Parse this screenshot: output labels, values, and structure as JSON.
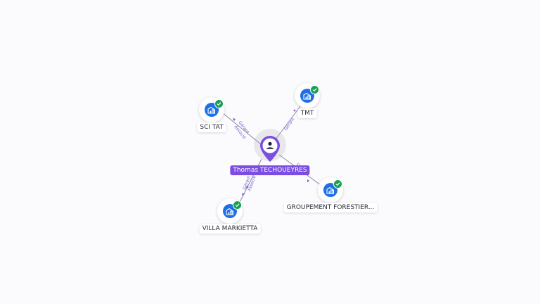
{
  "center": {
    "name": "Thomas TECHOUEYRES",
    "icon": "person-icon",
    "color": "#7b4de0"
  },
  "companies": [
    {
      "name": "SCI TAT",
      "icon": "company-building-icon",
      "status": "check-icon",
      "relation": [
        "Gérant",
        "Associé"
      ]
    },
    {
      "name": "TMT",
      "icon": "company-building-icon",
      "status": "check-icon",
      "relation": [
        "Gérant"
      ]
    },
    {
      "name": "VILLA MARKIETTA",
      "icon": "company-building-icon",
      "status": "check-icon",
      "relation": [
        "Gérant",
        "Associé"
      ]
    },
    {
      "name": "GROUPEMENT FORESTIER...",
      "icon": "company-building-icon",
      "status": "check-icon",
      "relation": [
        "Gérant"
      ]
    }
  ],
  "colors": {
    "company": "#1f6fe5",
    "active_status": "#1a9e55",
    "relation_text": "#7c5cd6",
    "edge": "#8a8aa0"
  }
}
